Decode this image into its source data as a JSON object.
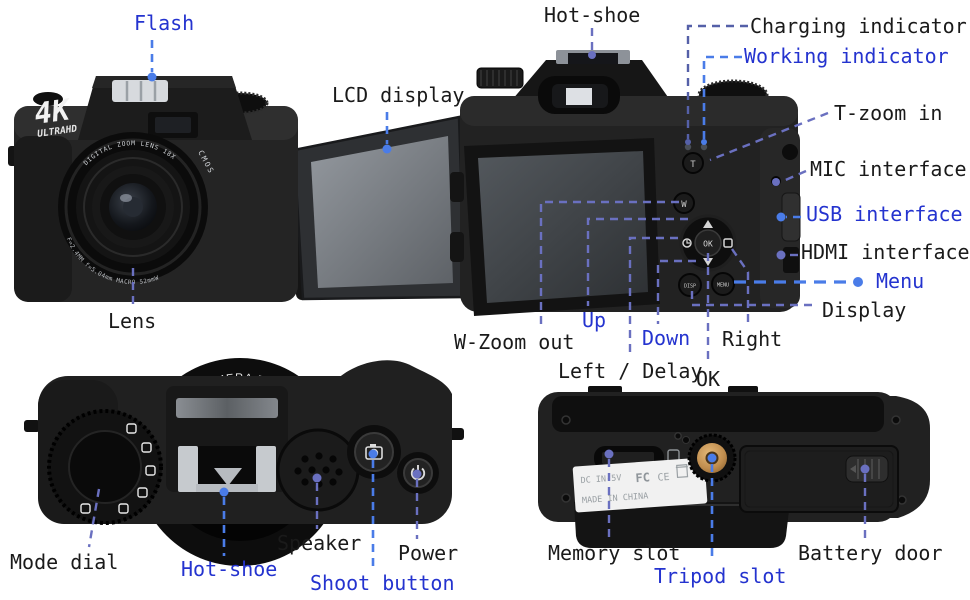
{
  "diagram": {
    "title": "camera-parts-annotation",
    "background": "#ffffff",
    "colors": {
      "label_black": "#1a1a1a",
      "label_blue": "#2433cf",
      "leader_purple": "#6a70c0",
      "leader_blue": "#4a7ce8",
      "leader_dark": "#5560a8",
      "camera_body": "#222222",
      "tripod_gold": "#c08d4e"
    },
    "labels": {
      "flash": {
        "text": "Flash"
      },
      "lcd_display": {
        "text": "LCD display"
      },
      "lens": {
        "text": "Lens"
      },
      "hot_shoe_back": {
        "text": "Hot-shoe"
      },
      "charging_indicator": {
        "text": "Charging indicator"
      },
      "working_indicator": {
        "text": "Working indicator"
      },
      "t_zoom_in": {
        "text": "T-zoom in"
      },
      "mic_interface": {
        "text": "MIC interface"
      },
      "usb_interface": {
        "text": "USB interface"
      },
      "hdmi_interface": {
        "text": "HDMI interface"
      },
      "menu": {
        "text": "Menu"
      },
      "display": {
        "text": "Display"
      },
      "w_zoom_out": {
        "text": "W-Zoom out"
      },
      "up": {
        "text": "Up"
      },
      "down": {
        "text": "Down"
      },
      "right": {
        "text": "Right"
      },
      "left_delay": {
        "text": "Left / Delay"
      },
      "ok": {
        "text": "OK"
      },
      "mode_dial": {
        "text": "Mode dial"
      },
      "hot_shoe_top": {
        "text": "Hot-shoe"
      },
      "speaker": {
        "text": "Speaker"
      },
      "shoot_button": {
        "text": "Shoot button"
      },
      "power": {
        "text": "Power"
      },
      "memory_slot": {
        "text": "Memory slot"
      },
      "tripod_slot": {
        "text": "Tripod slot"
      },
      "battery_door": {
        "text": "Battery door"
      }
    },
    "camera_markings": {
      "brand": "4K",
      "brand_sub": "ULTRAHD",
      "front_lens_ring_top": "DIGITAL ZOOM LENS 18X",
      "front_lens_ring_bottom": "F=2.4MM f=5.04mm MACRO 52mmW",
      "front_lens_side": "CMOS",
      "top_lens_ring": "CMOS CAMERA DIGITAL ZOOM",
      "btn_t": "T",
      "btn_w": "W",
      "btn_ok": "OK",
      "btn_disp": "DISP",
      "btn_menu": "MENU",
      "bottom_print_line1": "DC IN-5V",
      "bottom_print_fcc": "FC",
      "bottom_print_ce": "CE",
      "bottom_print_line2": "MADE IN CHINA"
    }
  }
}
